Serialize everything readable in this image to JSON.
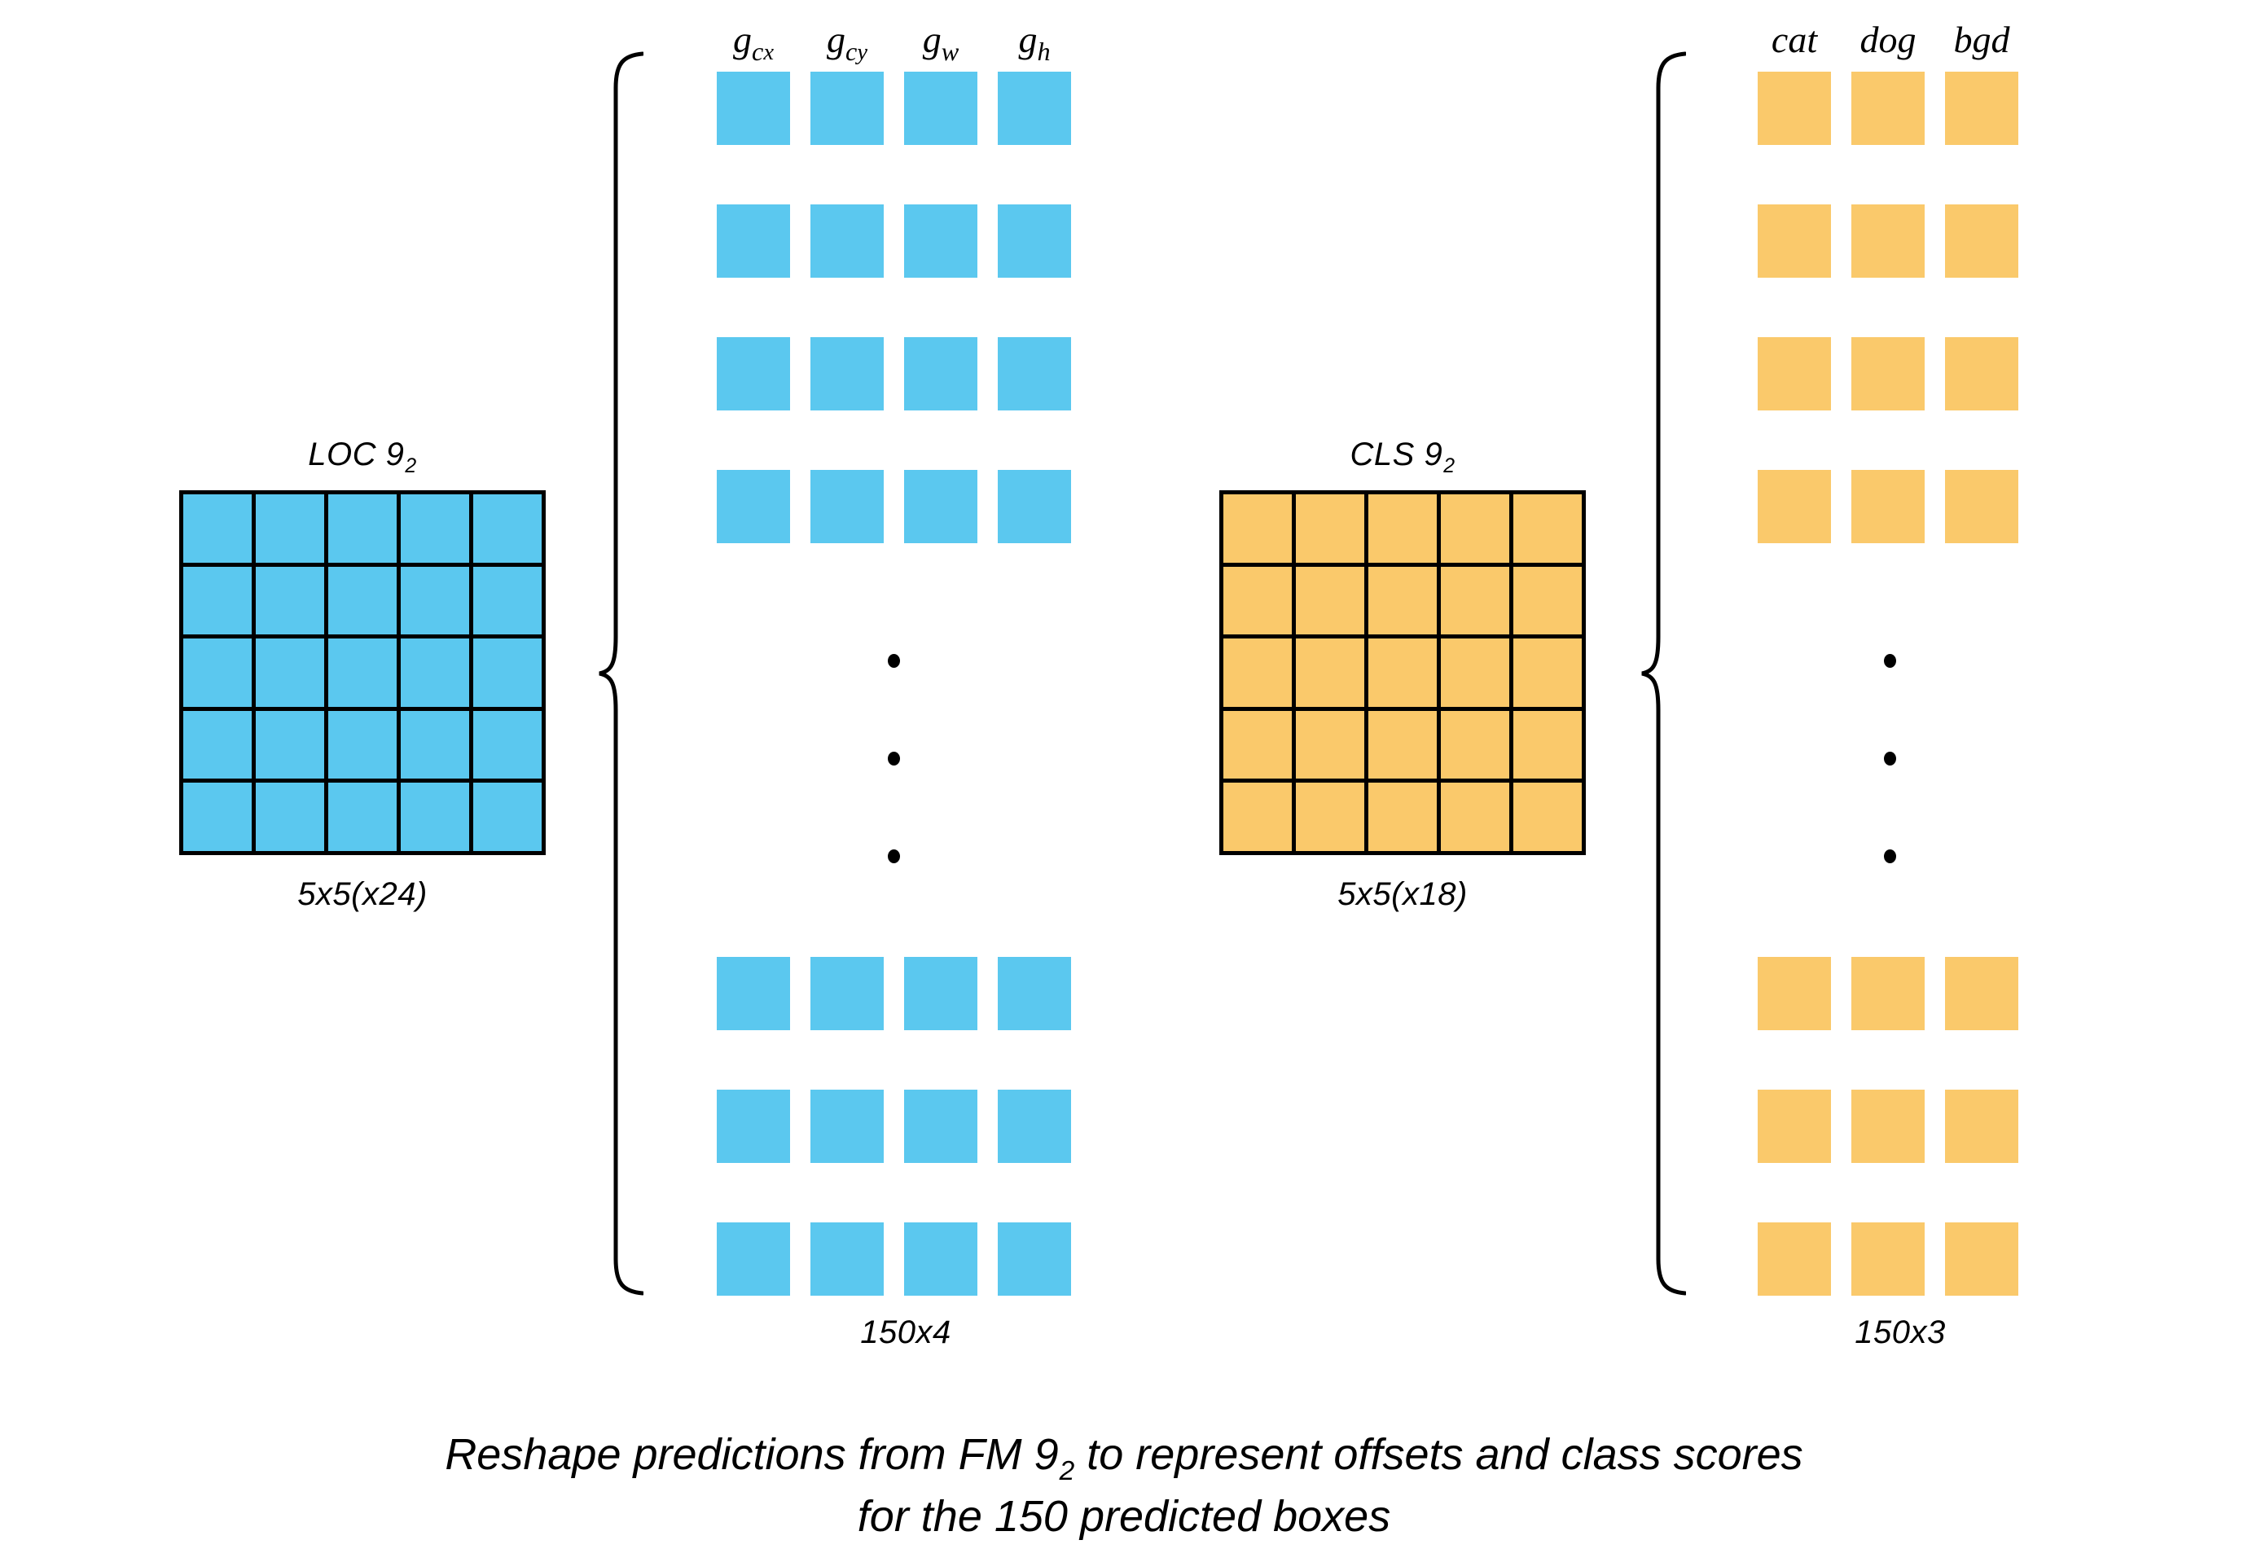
{
  "figure": {
    "caption_line1_before": "Reshape predictions from FM 9",
    "caption_line1_sub": "2",
    "caption_line1_after": " to represent offsets and class scores",
    "caption_line2": "for the 150 predicted boxes"
  },
  "colors": {
    "loc_blue": "#5BC8EF",
    "cls_orange": "#FAC96B",
    "grid_line": "#000000",
    "text": "#000000",
    "background": "#FFFFFF"
  },
  "loc_branch": {
    "feature_map_label_text": "LOC 9",
    "feature_map_label_sub": "2",
    "feature_map_shape": "5x5(x24)",
    "grid_rows": 5,
    "grid_cols": 5,
    "reshaped_shape": "150x4",
    "column_headers": [
      {
        "base": "g",
        "sub": "c",
        "sub2": "x"
      },
      {
        "base": "g",
        "sub": "c",
        "sub2": "y"
      },
      {
        "base": "g",
        "sub": "w",
        "sub2": ""
      },
      {
        "base": "g",
        "sub": "h",
        "sub2": ""
      }
    ],
    "top_rows": 4,
    "bottom_rows": 3
  },
  "cls_branch": {
    "feature_map_label_text": "CLS 9",
    "feature_map_label_sub": "2",
    "feature_map_shape": "5x5(x18)",
    "grid_rows": 5,
    "grid_cols": 5,
    "reshaped_shape": "150x3",
    "column_headers": [
      {
        "base": "cat"
      },
      {
        "base": "dog"
      },
      {
        "base": "bgd"
      }
    ],
    "top_rows": 4,
    "bottom_rows": 3
  },
  "ellipsis": {
    "dots": 3
  }
}
